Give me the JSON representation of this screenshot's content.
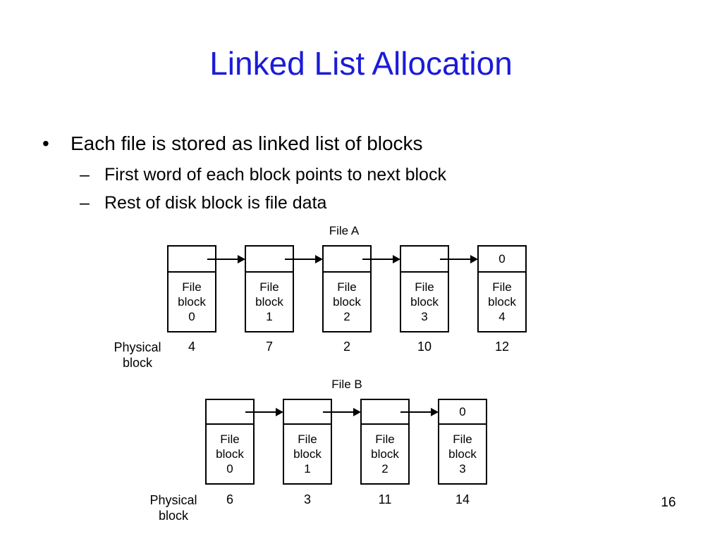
{
  "slide": {
    "title": "Linked List Allocation",
    "page_number": "16"
  },
  "colors": {
    "title_blue": "#1b1bd8",
    "text_black": "#000000",
    "background": "#ffffff",
    "diagram_stroke": "#000000"
  },
  "bullets": {
    "marker": "•",
    "sub_marker": "–",
    "main": "Each file is stored as linked list of blocks",
    "subs": [
      "First word of each block points to next block",
      "Rest of disk block is file data"
    ]
  },
  "diagrams": [
    {
      "label": "File A",
      "physical_label_lines": [
        "Physical",
        "block"
      ],
      "terminator_pointer": "0",
      "blocks": [
        {
          "pointer": "",
          "body_lines": [
            "File",
            "block",
            "0"
          ],
          "physical": "4"
        },
        {
          "pointer": "",
          "body_lines": [
            "File",
            "block",
            "1"
          ],
          "physical": "7"
        },
        {
          "pointer": "",
          "body_lines": [
            "File",
            "block",
            "2"
          ],
          "physical": "2"
        },
        {
          "pointer": "",
          "body_lines": [
            "File",
            "block",
            "3"
          ],
          "physical": "10"
        },
        {
          "pointer": "0",
          "body_lines": [
            "File",
            "block",
            "4"
          ],
          "physical": "12"
        }
      ]
    },
    {
      "label": "File B",
      "physical_label_lines": [
        "Physical",
        "block"
      ],
      "terminator_pointer": "0",
      "blocks": [
        {
          "pointer": "",
          "body_lines": [
            "File",
            "block",
            "0"
          ],
          "physical": "6"
        },
        {
          "pointer": "",
          "body_lines": [
            "File",
            "block",
            "1"
          ],
          "physical": "3"
        },
        {
          "pointer": "",
          "body_lines": [
            "File",
            "block",
            "2"
          ],
          "physical": "11"
        },
        {
          "pointer": "0",
          "body_lines": [
            "File",
            "block",
            "3"
          ],
          "physical": "14"
        }
      ]
    }
  ]
}
